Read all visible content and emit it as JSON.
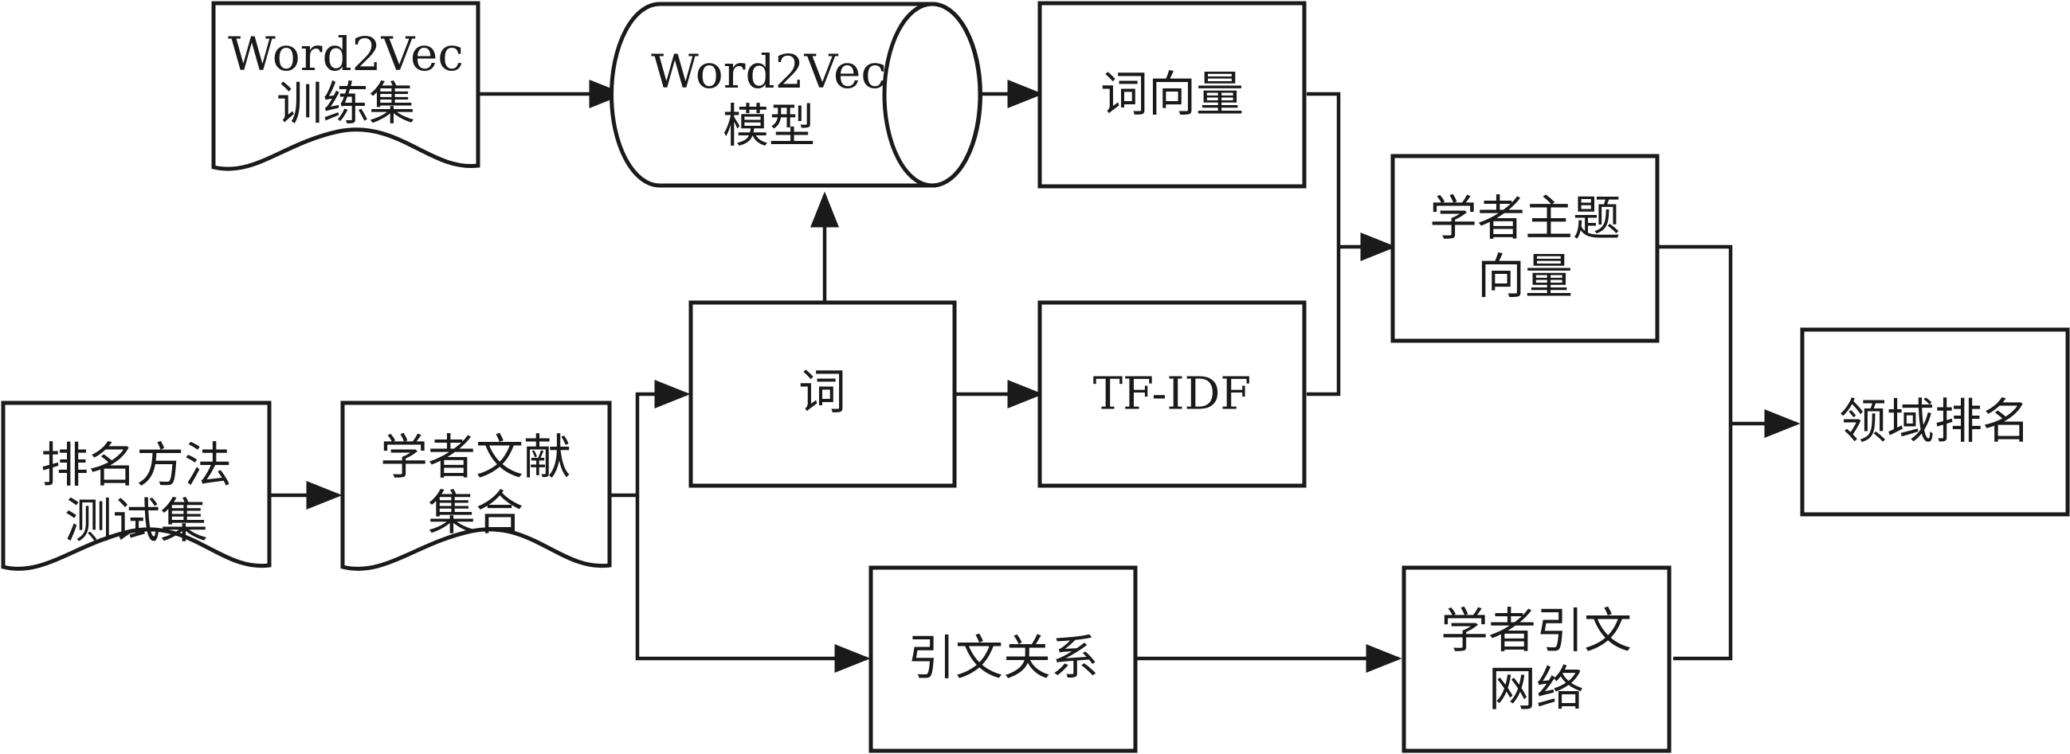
{
  "nodes": {
    "train_set": {
      "lines": [
        "Word2Vec",
        "训练集"
      ]
    },
    "model": {
      "lines": [
        "Word2Vec",
        "模型"
      ]
    },
    "word_vector": {
      "lines": [
        "词向量"
      ]
    },
    "topic_vector": {
      "lines": [
        "学者主题",
        "向量"
      ]
    },
    "domain_rank": {
      "lines": [
        "领域排名"
      ]
    },
    "test_set": {
      "lines": [
        "排名方法",
        "测试集"
      ]
    },
    "documents": {
      "lines": [
        "学者文献",
        "集合"
      ]
    },
    "word": {
      "lines": [
        "词"
      ]
    },
    "tfidf": {
      "lines": [
        "TF-IDF"
      ]
    },
    "citation": {
      "lines": [
        "引文关系"
      ]
    },
    "network": {
      "lines": [
        "学者引文",
        "网络"
      ]
    }
  }
}
